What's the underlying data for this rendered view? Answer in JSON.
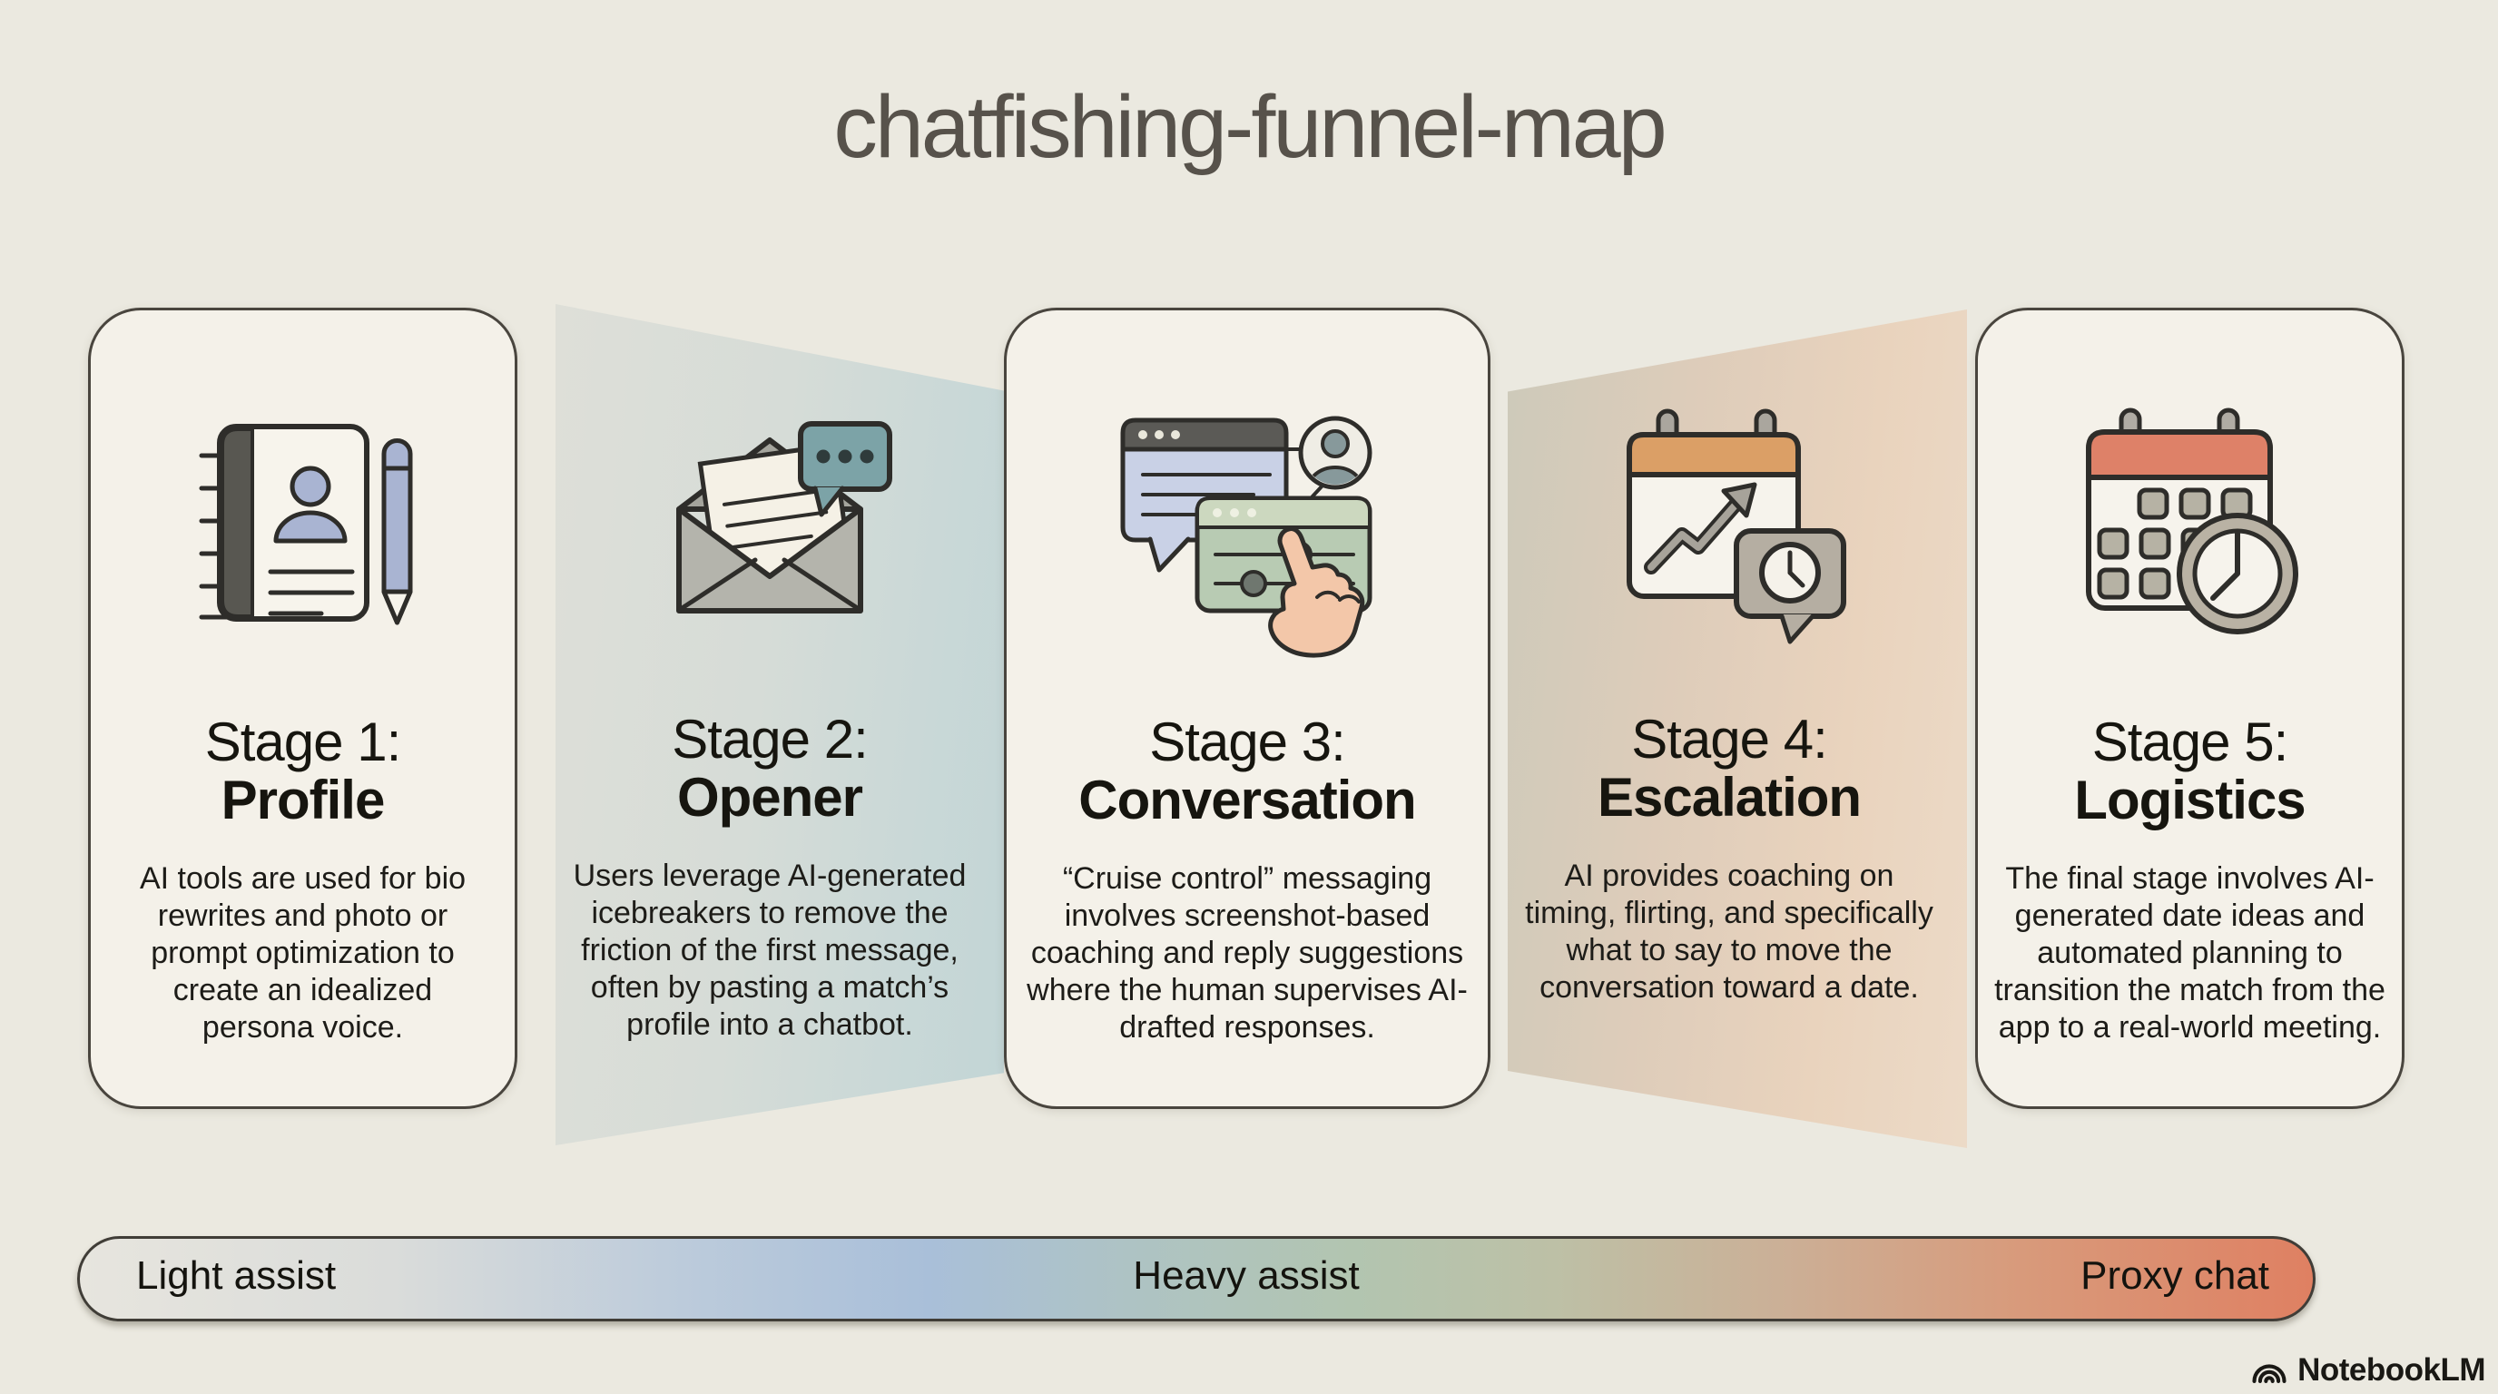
{
  "title": "chatfishing-funnel-map",
  "stages": [
    {
      "label": "Stage 1:",
      "name": "Profile",
      "description": "AI tools are used for bio rewrites and photo or prompt optimization to create an idealized persona voice.",
      "icon": "notebook-profile-pencil-icon"
    },
    {
      "label": "Stage 2:",
      "name": "Opener",
      "description": "Users leverage AI-generated icebreakers to remove the friction of the first message, often by pasting a match’s profile into a chatbot.",
      "icon": "envelope-letter-chat-icon"
    },
    {
      "label": "Stage 3:",
      "name": "Conversation",
      "description": "“Cruise control” messaging involves screenshot-based coaching and reply suggestions where the human supervises AI-drafted responses.",
      "icon": "chat-windows-hand-avatar-icon"
    },
    {
      "label": "Stage 4:",
      "name": "Escalation",
      "description": "AI provides coaching on timing, flirting, and specifically what to say to move the conversation toward a date.",
      "icon": "calendar-trend-clock-bubble-icon"
    },
    {
      "label": "Stage 5:",
      "name": "Logistics",
      "description": "The final stage involves AI-generated date ideas and automated planning to transition the match from the app to a real-world meeting.",
      "icon": "calendar-clock-icon"
    }
  ],
  "assist_bar": {
    "left_label": "Light assist",
    "center_label": "Heavy assist",
    "right_label": "Proxy chat"
  },
  "watermark": {
    "label": "NotebookLM",
    "icon": "notebooklm-logo-icon"
  },
  "colors": {
    "background": "#ebe9e0",
    "card_fill": "#f4f1e9",
    "card_border": "#49453e",
    "title_color": "#57524b",
    "funnel_cool": "#c2d5d6",
    "funnel_warm": "#ecd6c0",
    "bar_gradient": [
      "#e7e5de",
      "#a9bfd9",
      "#b2c5b0",
      "#cbb097",
      "#df8062"
    ],
    "accent_blue": "#a9b4d2",
    "accent_teal": "#7ca3a7",
    "accent_green": "#b8cbb3",
    "accent_orange": "#db9f66",
    "accent_coral": "#de8168",
    "skin_tone": "#f3c7a9"
  }
}
